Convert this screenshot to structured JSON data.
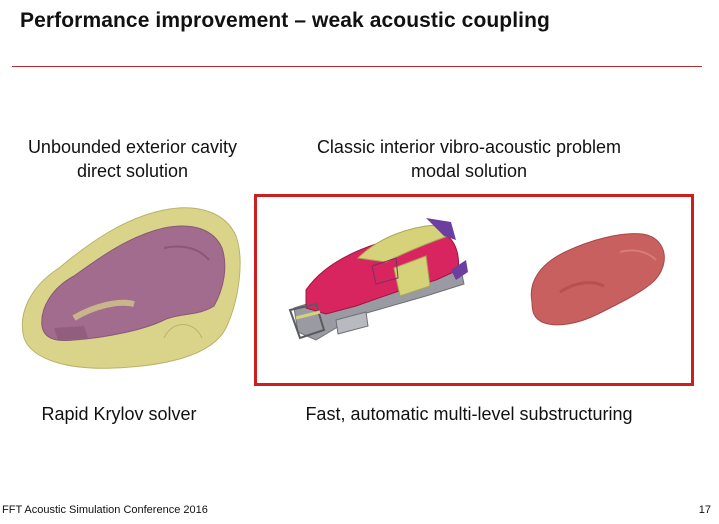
{
  "slide": {
    "title": "Performance improvement – weak acoustic coupling",
    "left_caption": {
      "line1": "Unbounded exterior cavity",
      "line2": "direct solution"
    },
    "right_caption": {
      "line1": "Classic interior vibro-acoustic problem",
      "line2": "modal solution"
    },
    "bottom_left_caption": "Rapid Krylov solver",
    "bottom_right_caption": "Fast, automatic multi-level substructuring",
    "highlight_color": "#cc1f1f",
    "footer": {
      "conference": "FFT Acoustic Simulation Conference 2016",
      "page_number": "17"
    }
  },
  "renders": {
    "exterior_cavity_icon": "car-exterior-cavity-mesh",
    "car_body_icon": "car-body-structure-mesh",
    "interior_cavity_icon": "car-interior-cavity-mesh",
    "colors": {
      "cavity_yellow": "#d9d48a",
      "car_mauve": "#a26c8e",
      "body_magenta": "#d8245f",
      "body_yellow": "#d6d27a",
      "body_purple": "#6a3fa0",
      "interior_red": "#c7605e"
    }
  }
}
